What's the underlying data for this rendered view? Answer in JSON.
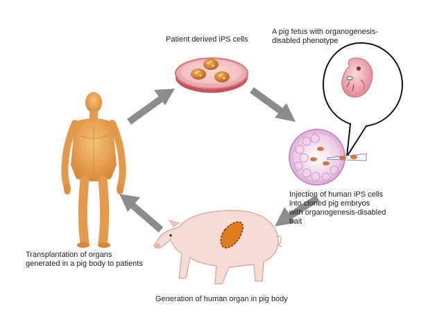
{
  "labels": {
    "ips_cells": "Patient derived iPS cells",
    "pig_fetus": "A pig fetus with organogenesis-\ndisabled phenotype",
    "injection": "Injection of human iPS cells\ninto cloned pig embryos\nwith organogenesis-disabled\ntrait",
    "transplantation": "Transplantation of organs\ngenerated in a pig body to patients",
    "generation": "Generation of  human organ in pig body"
  },
  "colors": {
    "arrow": "#8c8c8c",
    "skin": "#e8a050",
    "pig": "#f6dcd6",
    "organ": "#e07a1e",
    "dish_rim": "#d9737a",
    "embryo": "#f3d6e8"
  }
}
